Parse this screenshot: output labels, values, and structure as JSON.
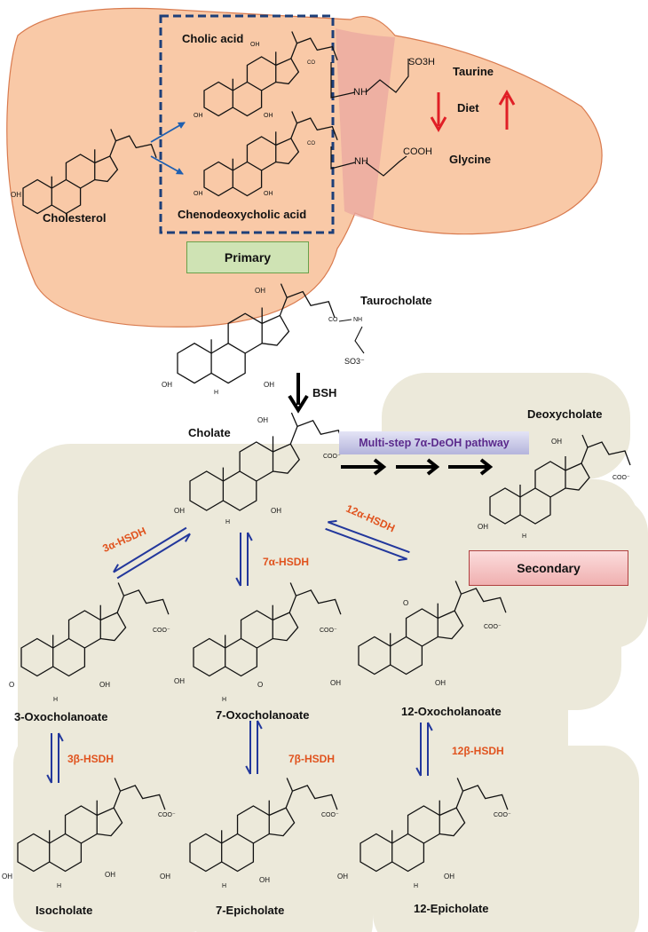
{
  "liver": {
    "precursor": "Cholesterol",
    "primary_1": "Cholic acid",
    "primary_2": "Chenodeoxycholic acid",
    "conjugate_1": "Taurine",
    "conjugate_2": "Glycine",
    "diet": "Diet",
    "sulfonate": "SO3H",
    "carboxyl": "COOH",
    "amide": "NH",
    "ester": "CO",
    "box_label": "Primary"
  },
  "conjugated": {
    "name": "Taurocholate",
    "enzyme": "BSH",
    "sulfonate": "SO3⁻"
  },
  "intestine": {
    "cholate": "Cholate",
    "pathway": "Multi-step 7α-DeOH pathway",
    "deoxycholate": "Deoxycholate",
    "secondary_label": "Secondary",
    "carboxylate": "COO⁻",
    "hydroxyl": "OH",
    "hydrogen": "H",
    "oxo": "O"
  },
  "enzymes": {
    "e3a": "3α-HSDH",
    "e7a": "7α-HSDH",
    "e12a": "12α-HSDH",
    "e3b": "3β-HSDH",
    "e7b": "7β-HSDH",
    "e12b": "12β-HSDH"
  },
  "products": {
    "oxo3": "3-Oxocholanoate",
    "oxo7": "7-Oxocholanoate",
    "oxo12": "12-Oxocholanoate",
    "iso": "Isocholate",
    "epi7": "7-Epicholate",
    "epi12": "12-Epicholate"
  },
  "colors": {
    "liver_fill": "#f9c9a7",
    "liver_stroke": "#d97b4f",
    "intestine_fill": "#ece9da",
    "primary_box": "#cfe3b4",
    "secondary_box": "#f6c6c6",
    "pathway_box": "#c9c9e8",
    "enzyme_text": "#e0531e",
    "equilibrium_arrows": "#22379c",
    "diet_arrows": "#e01f26",
    "dashed_box": "#1d3f79"
  }
}
